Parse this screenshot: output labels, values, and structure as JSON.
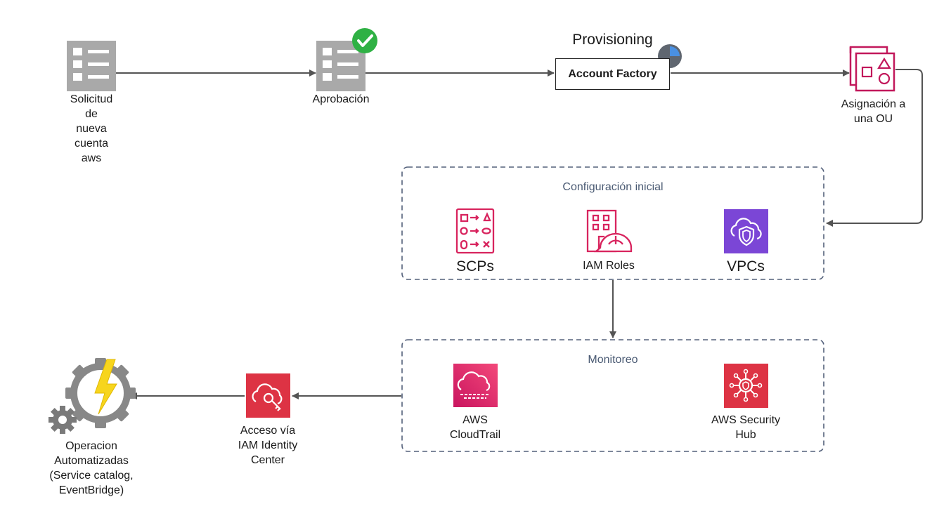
{
  "steps": {
    "request": {
      "label": "Solicitud\nde\nnueva\ncuenta\naws"
    },
    "approval": {
      "label": "Aprobación"
    },
    "provisioning": {
      "title": "Provisioning",
      "box": "Account Factory"
    },
    "ou": {
      "label": "Asignación a\nuna OU"
    },
    "access": {
      "label": "Acceso vía\nIAM Identity\nCenter"
    },
    "ops": {
      "label": "Operacion\nAutomatizadas\n(Service catalog,\nEventBridge)"
    }
  },
  "groups": {
    "initial_config": {
      "title": "Configuración inicial",
      "items": [
        {
          "label": "SCPs"
        },
        {
          "label": "IAM Roles"
        },
        {
          "label": "VPCs"
        }
      ]
    },
    "monitoring": {
      "title": "Monitoreo",
      "items": [
        {
          "label": "AWS\nCloudTrail"
        },
        {
          "label": "AWS Security\nHub"
        }
      ]
    }
  },
  "colors": {
    "connector": "#545454",
    "list_icon": "#a9a9a9",
    "aws_pink": "#d8245e",
    "aws_red": "#dd3344",
    "aws_purple": "#7b46d6",
    "check_green": "#2fb144",
    "gear_gray": "#7a7a7a",
    "bolt_yellow": "#f7d51d",
    "group_border": "#53607a"
  }
}
